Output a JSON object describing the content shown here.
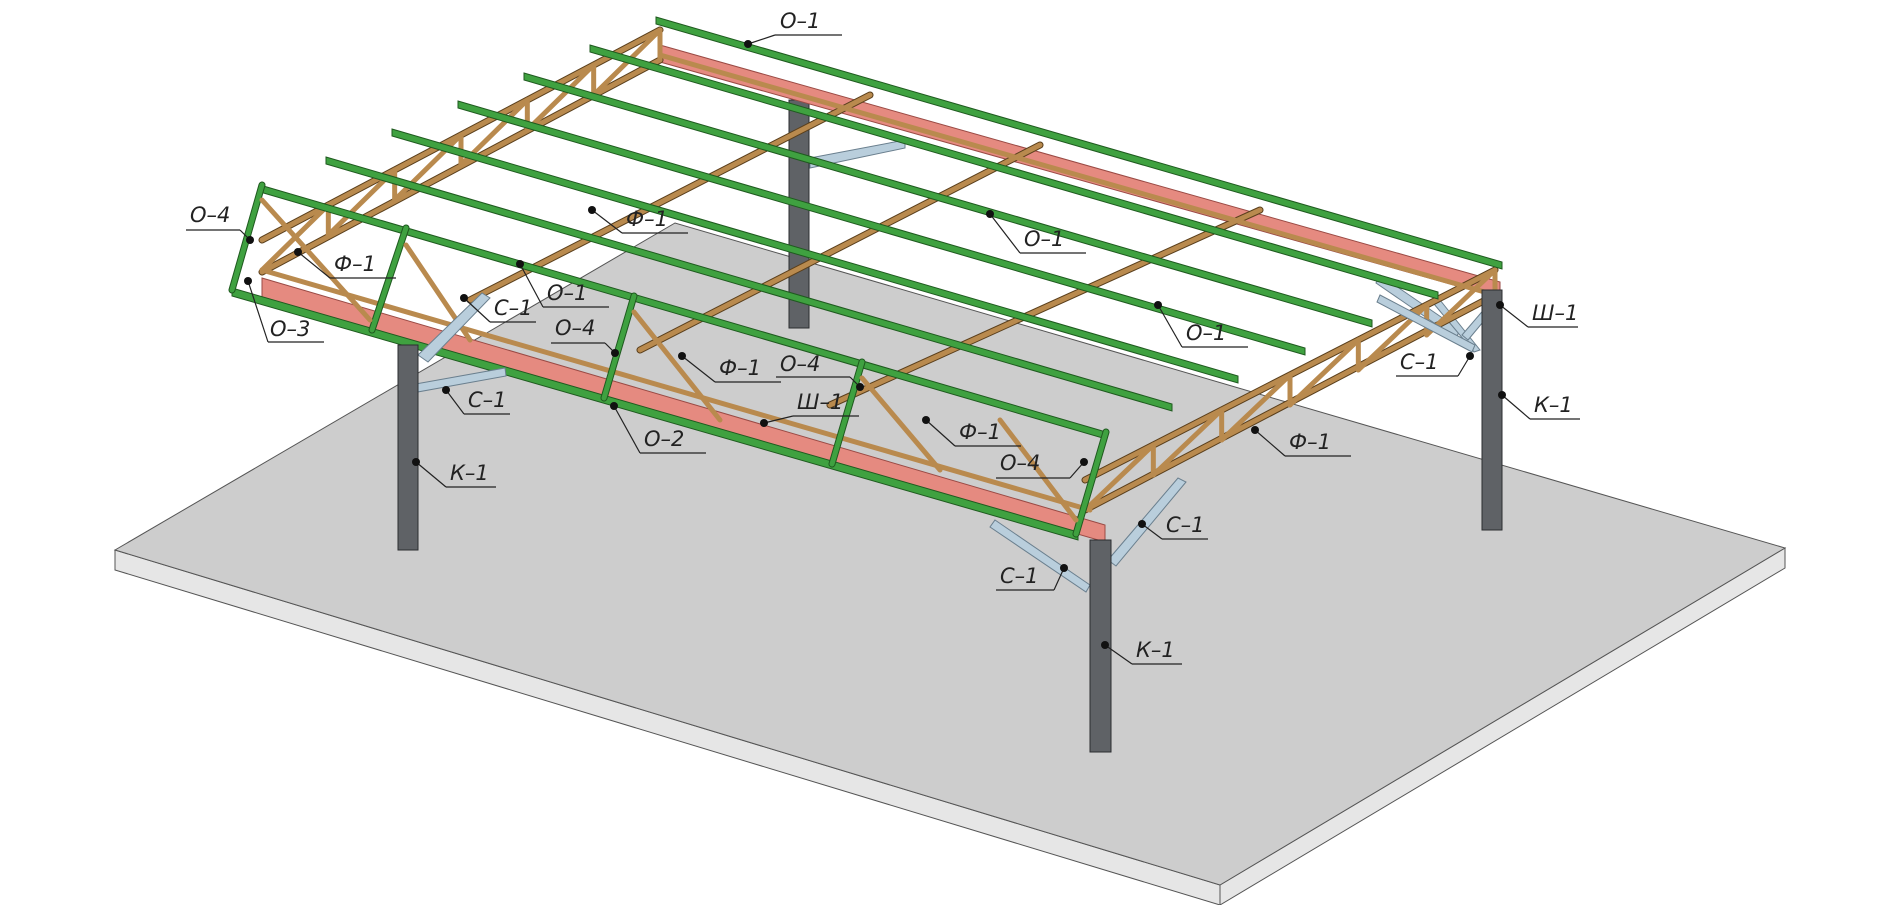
{
  "colors": {
    "purlin": "#3fa140",
    "purlin_edge": "#1f5a1f",
    "truss": "#b98a4e",
    "truss_edge": "#5a3f1c",
    "beam": "#e58a80",
    "beam_edge": "#9a4a44",
    "brace": "#b9cedc",
    "brace_edge": "#6a7f8e",
    "column": "#5f6266",
    "column_edge": "#2b2d30",
    "slab_top": "#cdcdcd",
    "slab_side": "#e6e6e6",
    "slab_edge": "#555555"
  },
  "callouts": [
    {
      "id": "o1-top",
      "text": "О–1"
    },
    {
      "id": "o1-mid",
      "text": "О–1"
    },
    {
      "id": "o1-right",
      "text": "О–1"
    },
    {
      "id": "o1-left",
      "text": "О–1"
    },
    {
      "id": "f1-top",
      "text": "Ф–1"
    },
    {
      "id": "f1-left",
      "text": "Ф–1"
    },
    {
      "id": "f1-center",
      "text": "Ф–1"
    },
    {
      "id": "f1-front",
      "text": "Ф–1"
    },
    {
      "id": "f1-right",
      "text": "Ф–1"
    },
    {
      "id": "o4-left",
      "text": "О–4"
    },
    {
      "id": "o4-mid",
      "text": "О–4"
    },
    {
      "id": "o4-center",
      "text": "О–4"
    },
    {
      "id": "o4-front",
      "text": "О–4"
    },
    {
      "id": "o3",
      "text": "О–3"
    },
    {
      "id": "o2",
      "text": "О–2"
    },
    {
      "id": "c1-left",
      "text": "С–1"
    },
    {
      "id": "c1-leftlow",
      "text": "С–1"
    },
    {
      "id": "c1-right",
      "text": "С–1"
    },
    {
      "id": "c1-front",
      "text": "С–1"
    },
    {
      "id": "c1-frontlow",
      "text": "С–1"
    },
    {
      "id": "sh1-front",
      "text": "Ш–1"
    },
    {
      "id": "sh1-right",
      "text": "Ш–1"
    },
    {
      "id": "k1-left",
      "text": "К–1"
    },
    {
      "id": "k1-right",
      "text": "К–1"
    },
    {
      "id": "k1-front",
      "text": "К–1"
    }
  ]
}
